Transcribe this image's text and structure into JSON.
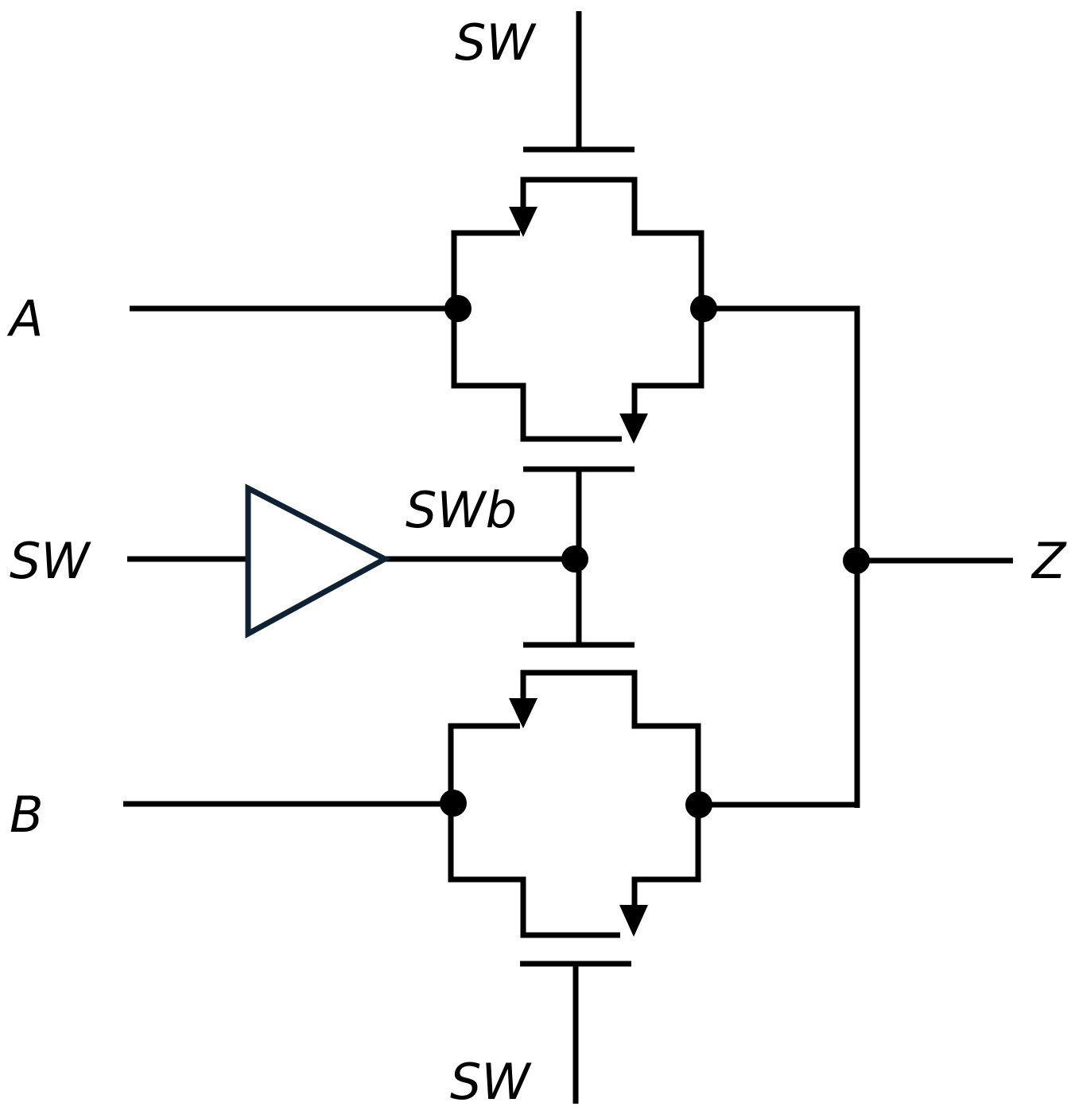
{
  "labels": {
    "sw_top": "SW",
    "sw_left": "SW",
    "sw_bottom": "SW",
    "swb": "SWb",
    "input_a": "A",
    "input_b": "B",
    "output_z": "Z"
  },
  "colors": {
    "wire": "#000000",
    "buffer": "#0f2233",
    "background": "#ffffff"
  }
}
